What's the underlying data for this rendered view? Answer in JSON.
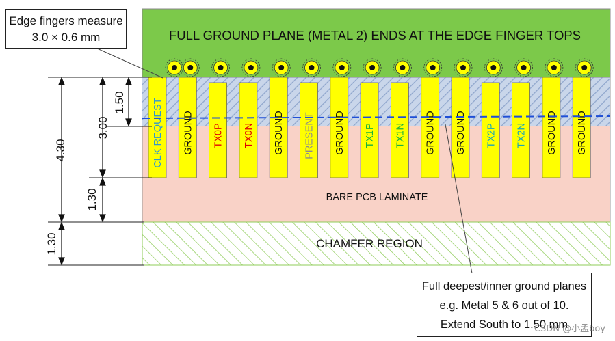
{
  "titles": {
    "ground_plane": "FULL GROUND PLANE (METAL 2) ENDS AT THE EDGE FINGER TOPS",
    "bare_laminate": "BARE PCB LAMINATE",
    "chamfer": "CHAMFER REGION"
  },
  "callouts": {
    "edge_fingers": [
      "Edge fingers measure",
      "3.0 × 0.6 mm"
    ],
    "inner_planes": [
      "Full deepest/inner ground planes",
      "e.g. Metal 5 & 6 out of 10.",
      "Extend South to 1.50 mm"
    ]
  },
  "dimensions": {
    "total": "4.30",
    "finger": "3.00",
    "plane_extend": "1.50",
    "bare": "1.30",
    "chamfer": "1.30"
  },
  "fingers": [
    {
      "label": "CLK REQUEST",
      "color": "#3399cc",
      "short": false
    },
    {
      "label": "GROUND",
      "color": "#111111",
      "short": false
    },
    {
      "label": "TX0P",
      "color": "#e00000",
      "short": true
    },
    {
      "label": "TX0N",
      "color": "#e00000",
      "short": true
    },
    {
      "label": "GROUND",
      "color": "#111111",
      "short": false
    },
    {
      "label": "PRESENT",
      "color": "#8c8c8c",
      "short": true
    },
    {
      "label": "GROUND",
      "color": "#111111",
      "short": false
    },
    {
      "label": "TX1P",
      "color": "#1db33a",
      "short": true
    },
    {
      "label": "TX1N",
      "color": "#1db33a",
      "short": true
    },
    {
      "label": "GROUND",
      "color": "#111111",
      "short": false
    },
    {
      "label": "GROUND",
      "color": "#111111",
      "short": false
    },
    {
      "label": "TX2P",
      "color": "#18a6b8",
      "short": true
    },
    {
      "label": "TX2N",
      "color": "#18a6b8",
      "short": true
    },
    {
      "label": "GROUND",
      "color": "#111111",
      "short": false
    },
    {
      "label": "GROUND",
      "color": "#111111",
      "short": false
    }
  ],
  "watermark": "CSDN @小孟boy",
  "colors": {
    "ground_plane": "#7cc94a",
    "laminate": "#f9d2c7",
    "finger": "#ffff00",
    "dashed_line": "#1f4fd6",
    "hatch_blue": "#9fb4d6"
  }
}
